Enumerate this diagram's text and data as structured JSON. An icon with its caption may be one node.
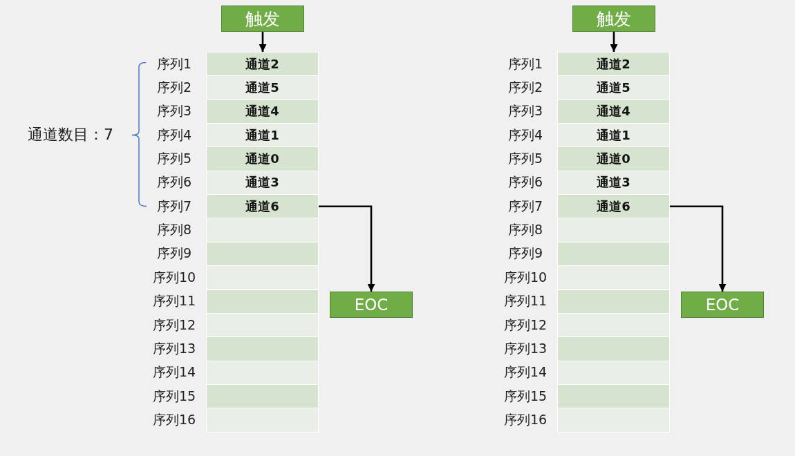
{
  "diagram": {
    "nodes": [
      {
        "text": [
          "触发"
        ]
      },
      {
        "text": [
          "通道2"
        ],
        "beside": [
          "序列1"
        ]
      },
      {
        "text": [
          "通道5"
        ],
        "beside": [
          "序列2"
        ]
      },
      {
        "text": [
          "通道4"
        ],
        "beside": [
          "序列3"
        ]
      },
      {
        "text": [
          "通道1"
        ],
        "beside": [
          "序列4"
        ]
      },
      {
        "text": [
          "通道0"
        ],
        "beside": [
          "序列5"
        ]
      },
      {
        "text": [
          "通道3"
        ],
        "beside": [
          "序列6"
        ]
      },
      {
        "text": [
          "通道6"
        ],
        "beside": [
          "序列7"
        ]
      },
      {
        "text": [],
        "shape": "box",
        "beside": [
          "序列8"
        ]
      },
      {
        "text": [],
        "shape": "box",
        "beside": [
          "序列9"
        ]
      },
      {
        "text": [],
        "shape": "box",
        "beside": [
          "序列10"
        ]
      },
      {
        "text": [],
        "shape": "box",
        "beside": [
          "序列11"
        ]
      },
      {
        "text": [],
        "shape": "box",
        "beside": [
          "序列12"
        ]
      },
      {
        "text": [],
        "shape": "box",
        "beside": [
          "序列13"
        ]
      },
      {
        "text": [],
        "shape": "box",
        "beside": [
          "序列14"
        ]
      },
      {
        "text": [],
        "shape": "box",
        "beside": [
          "序列15"
        ]
      },
      {
        "text": [],
        "shape": "box",
        "beside": [
          "序列16"
        ]
      },
      {
        "text": [
          "EOC"
        ]
      },
      {
        "text": [
          "触发"
        ]
      },
      {
        "text": [
          "通道2"
        ],
        "beside": [
          "序列1"
        ]
      },
      {
        "text": [
          "通道5"
        ],
        "beside": [
          "序列2"
        ]
      },
      {
        "text": [
          "通道4"
        ],
        "beside": [
          "序列3"
        ]
      },
      {
        "text": [
          "通道1"
        ],
        "beside": [
          "序列4"
        ]
      },
      {
        "text": [
          "通道0"
        ],
        "beside": [
          "序列5"
        ]
      },
      {
        "text": [
          "通道3"
        ],
        "beside": [
          "序列6"
        ]
      },
      {
        "text": [
          "通道6"
        ],
        "beside": [
          "序列7"
        ]
      },
      {
        "text": [],
        "shape": "box",
        "beside": [
          "序列8"
        ]
      },
      {
        "text": [],
        "shape": "box",
        "beside": [
          "序列9"
        ]
      },
      {
        "text": [],
        "shape": "box",
        "beside": [
          "序列10"
        ]
      },
      {
        "text": [],
        "shape": "box",
        "beside": [
          "序列11"
        ]
      },
      {
        "text": [],
        "shape": "box",
        "beside": [
          "序列12"
        ]
      },
      {
        "text": [],
        "shape": "box",
        "beside": [
          "序列13"
        ]
      },
      {
        "text": [],
        "shape": "box",
        "beside": [
          "序列14"
        ]
      },
      {
        "text": [],
        "shape": "box",
        "beside": [
          "序列15"
        ]
      },
      {
        "text": [],
        "shape": "box",
        "beside": [
          "序列16"
        ]
      },
      {
        "text": [
          "EOC"
        ]
      }
    ],
    "edges": [
      {
        "from": 0,
        "to": 1,
        "arrow": "to"
      },
      {
        "from": 7,
        "to": 17,
        "arrow": "to"
      },
      {
        "from": 18,
        "to": 19,
        "arrow": "to"
      },
      {
        "from": 25,
        "to": 35,
        "arrow": "to"
      }
    ],
    "labels": [
      "通道数目：7"
    ]
  }
}
